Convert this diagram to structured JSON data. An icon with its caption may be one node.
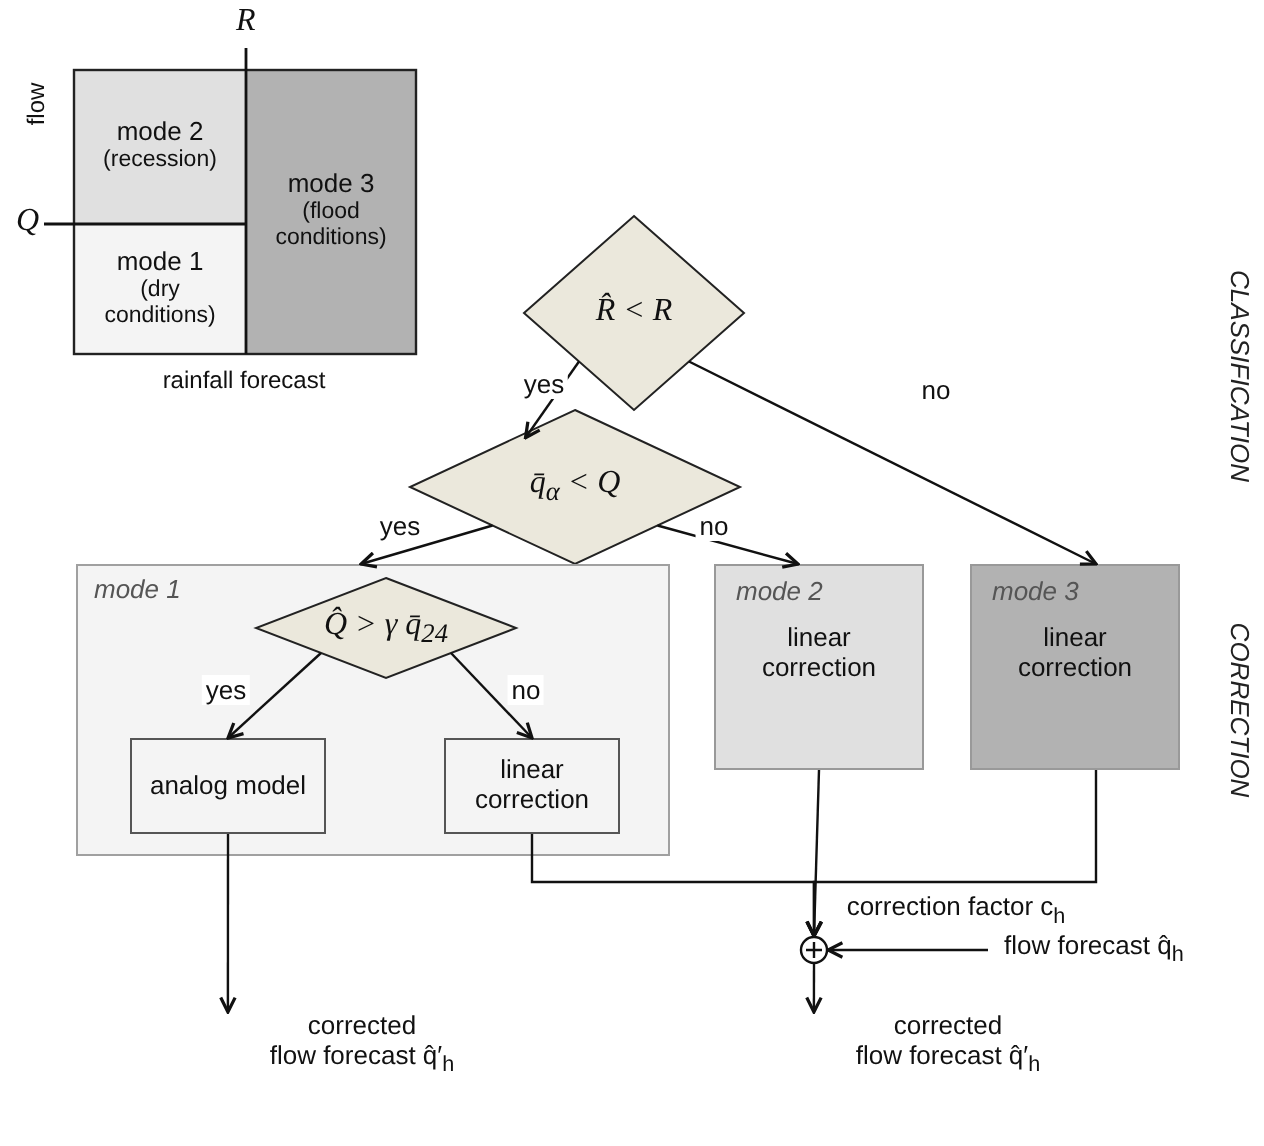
{
  "diagram": {
    "nodes": [
      {
        "text": [
          "mode 2",
          "(recession)"
        ]
      },
      {
        "text": [
          "mode 3",
          "(flood conditions)"
        ]
      },
      {
        "text": [
          "mode 1",
          "(dry conditions)"
        ]
      },
      {
        "text": [
          "R̂ < R"
        ]
      },
      {
        "text": [
          "q̄$_{α}$ < Q"
        ]
      },
      {
        "text": [
          "mode 1"
        ]
      },
      {
        "text": [
          "Q̂ > γ q̄$_{24}$"
        ],
        "in": 5
      },
      {
        "text": [
          "analog model"
        ],
        "in": 5
      },
      {
        "text": [
          "linear correction"
        ],
        "in": 5
      },
      {
        "text": [
          "mode 2",
          "linear correction"
        ]
      },
      {
        "text": [
          "mode 3",
          "linear correction"
        ]
      },
      {
        "text": [],
        "shape": "circle"
      },
      {
        "text": [
          "corrected flow forecast q̂′$_{h}$"
        ]
      },
      {
        "text": [
          "corrected flow forecast q̂′$_{h}$"
        ]
      },
      {
        "text": [
          "flow forecast q̂$_{h}$"
        ]
      }
    ],
    "edges": [
      {
        "from": 3,
        "to": 4,
        "arrow": "to",
        "label": "yes"
      },
      {
        "from": 3,
        "to": 10,
        "arrow": "to",
        "label": "no"
      },
      {
        "from": 4,
        "to": 5,
        "arrow": "to",
        "label": "yes"
      },
      {
        "from": 4,
        "to": 9,
        "arrow": "to",
        "label": "no"
      },
      {
        "from": 6,
        "to": 7,
        "arrow": "to",
        "label": "yes"
      },
      {
        "from": 6,
        "to": 8,
        "arrow": "to",
        "label": "no"
      },
      {
        "from": 7,
        "to": 12,
        "arrow": "to"
      },
      {
        "from": 8,
        "to": 11,
        "arrow": "to"
      },
      {
        "from": 9,
        "to": 11,
        "arrow": "to",
        "label": "correction factor c$_{h}$"
      },
      {
        "from": 10,
        "to": 11,
        "arrow": "to"
      },
      {
        "from": 14,
        "to": 11,
        "arrow": "to"
      },
      {
        "from": 11,
        "to": 13,
        "arrow": "to"
      }
    ],
    "labels": [
      "R",
      "flow",
      "Q",
      "rainfall forecast",
      "CLASSIFICATION",
      "CORRECTION"
    ]
  }
}
